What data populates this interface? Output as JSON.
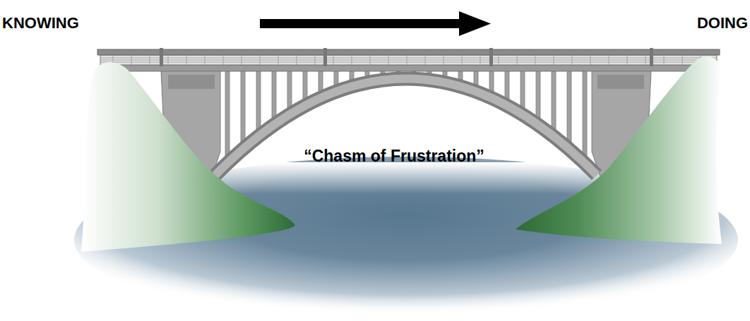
{
  "diagram": {
    "labels": [
      "KNOWING",
      "DOING",
      "“Chasm of Frustration”"
    ]
  }
}
